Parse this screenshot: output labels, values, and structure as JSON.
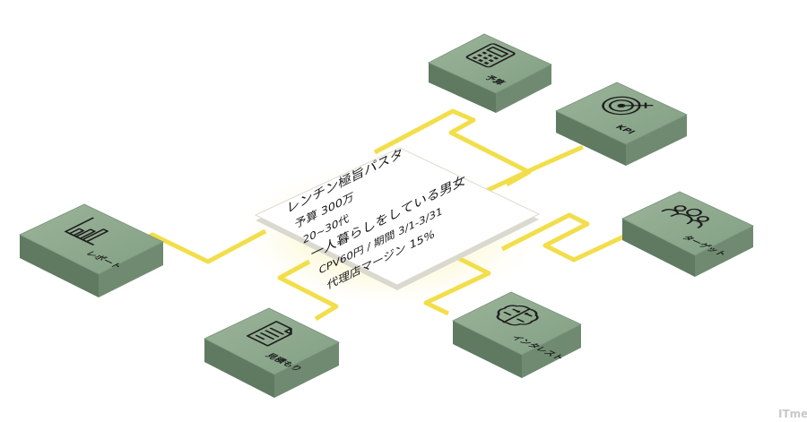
{
  "card": {
    "lines": [
      "レンチン極旨パスタ",
      "予算 300万",
      "20~30代",
      "一人暮らしをしている男女",
      "CPV60円 / 期間 3/1-3/31",
      "代理店マージン 15%"
    ]
  },
  "tiles": {
    "budget": {
      "label": "予算",
      "icon": "calculator-icon"
    },
    "kpi": {
      "label": "KPI",
      "icon": "target-icon"
    },
    "target": {
      "label": "ターゲット",
      "icon": "people-icon"
    },
    "interest": {
      "label": "インタレスト",
      "icon": "brain-icon"
    },
    "estimate": {
      "label": "見積もり",
      "icon": "document-icon"
    },
    "report": {
      "label": "レポート",
      "icon": "bar-chart-icon"
    }
  },
  "watermark": "ITmedia",
  "colors": {
    "tile_top": "#8ca68c",
    "tile_side": "#6f8a70",
    "tile_front": "#5f7a61",
    "connector": "#f2de4a",
    "card_glow": "#fbf3b8"
  }
}
